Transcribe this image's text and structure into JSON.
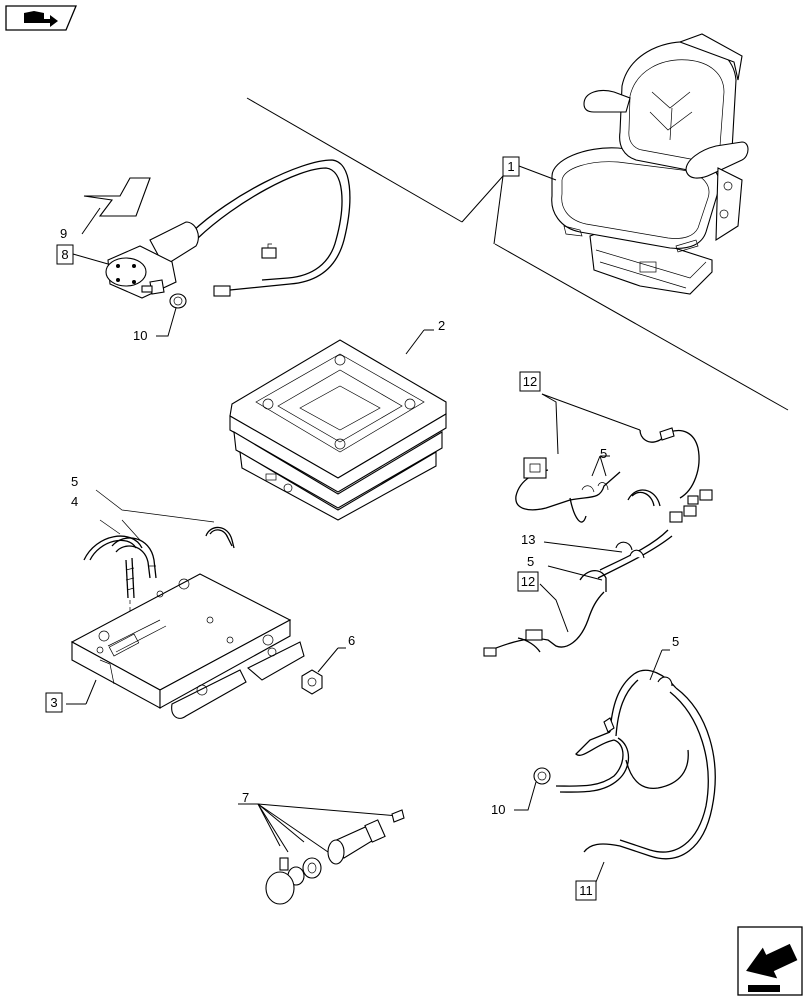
{
  "nav": {
    "top_icon": "book-arrow-icon",
    "bottom_icon": "next-page-arrow-icon"
  },
  "callouts": {
    "c1": "1",
    "c2": "2",
    "c3": "3",
    "c4": "4",
    "c5a": "5",
    "c5b": "5",
    "c5c": "5",
    "c5d": "5",
    "c6": "6",
    "c7": "7",
    "c8": "8",
    "c9": "9",
    "c10a": "10",
    "c10b": "10",
    "c11": "11",
    "c12a": "12",
    "c12b": "12",
    "c13": "13"
  }
}
